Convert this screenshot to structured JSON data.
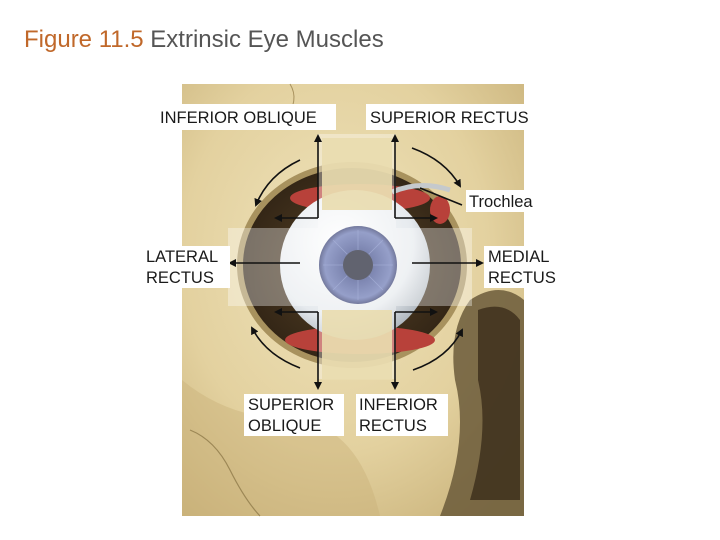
{
  "slide": {
    "figure_number": "Figure 11.5",
    "title": "Extrinsic Eye Muscles"
  },
  "diagram": {
    "labels": {
      "inferior_oblique": "INFERIOR OBLIQUE",
      "superior_rectus": "SUPERIOR RECTUS",
      "trochlea": "Trochlea",
      "lateral_rectus_1": "LATERAL",
      "lateral_rectus_2": "RECTUS",
      "medial_rectus_1": "MEDIAL",
      "medial_rectus_2": "RECTUS",
      "superior_oblique_1": "SUPERIOR",
      "superior_oblique_2": "OBLIQUE",
      "inferior_rectus_1": "INFERIOR",
      "inferior_rectus_2": "RECTUS"
    },
    "colors": {
      "bone": "#e6d7a8",
      "bone_shadow": "#b9a36a",
      "sclera": "#eef1f4",
      "iris": "#3d4a86",
      "pupil": "#0c0f22",
      "muscle": "#b8413a",
      "arrow": "#111111"
    }
  }
}
